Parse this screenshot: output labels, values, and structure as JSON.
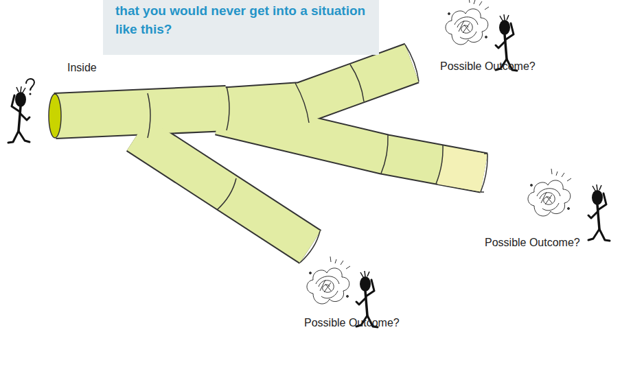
{
  "diagram": {
    "nodes": [
      {
        "text": [
          "that you would never get into a situation like this?"
        ]
      }
    ],
    "labels": [
      "Inside",
      "Possible Outcome?",
      "Possible Outcome?",
      "Possible Outcome?"
    ]
  }
}
